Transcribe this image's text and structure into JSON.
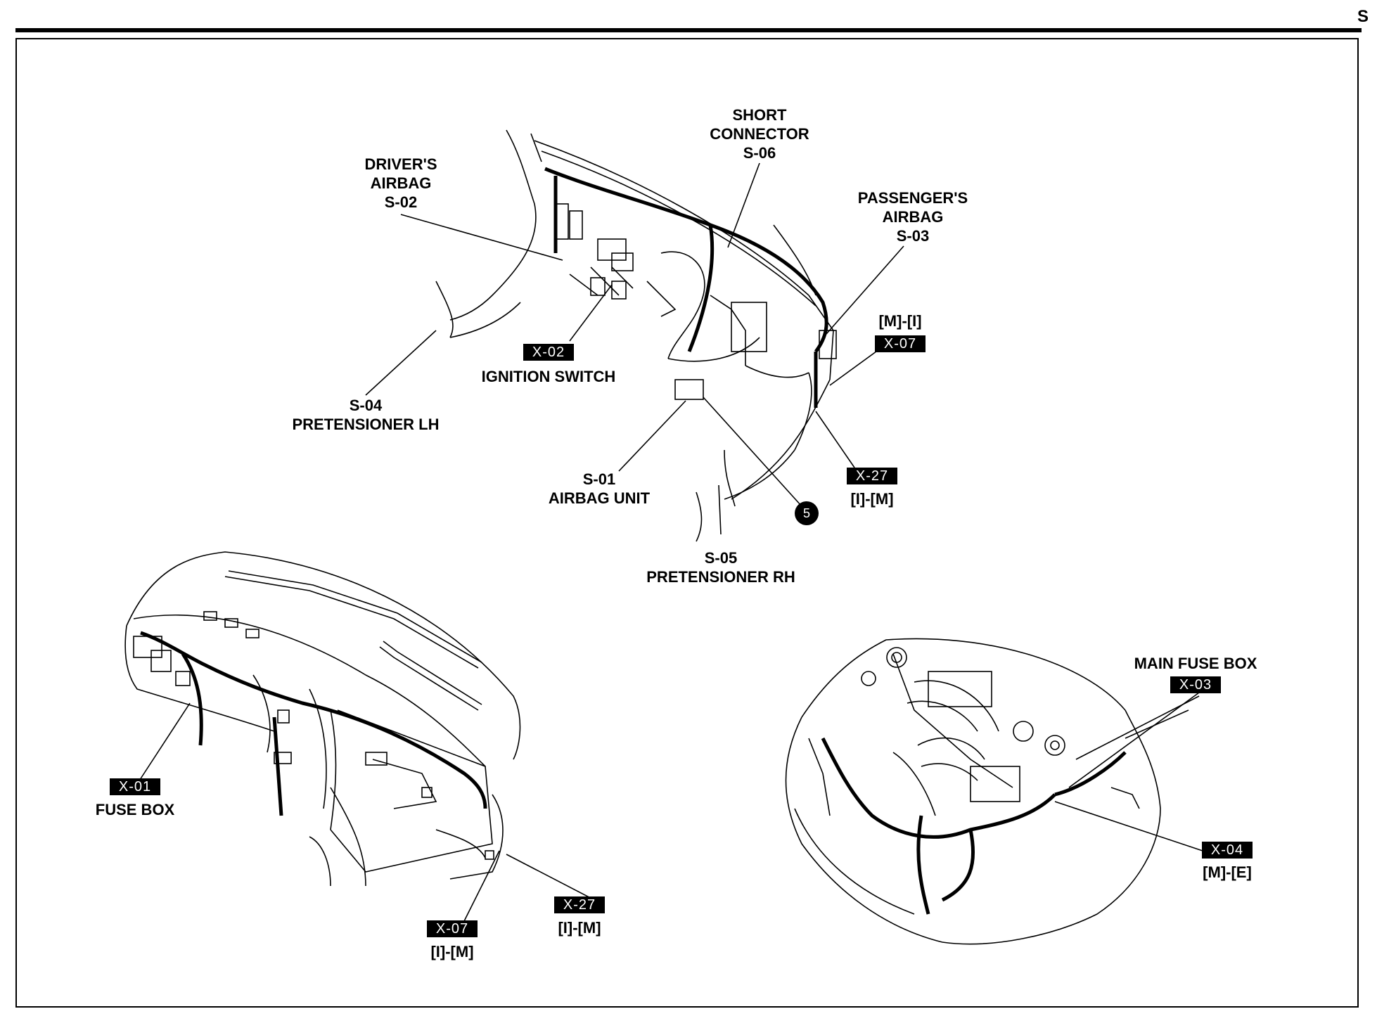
{
  "page_letter": "S",
  "top_diagram": {
    "short_connector": {
      "line1": "SHORT",
      "line2": "CONNECTOR",
      "code": "S-06"
    },
    "drivers_airbag": {
      "line1": "DRIVER'S",
      "line2": "AIRBAG",
      "code": "S-02"
    },
    "passengers_airbag": {
      "line1": "PASSENGER'S",
      "line2": "AIRBAG",
      "code": "S-03"
    },
    "x07_top": {
      "bracket": "[M]-[I]",
      "code": "X-07"
    },
    "ignition_switch": {
      "code": "X-02",
      "label": "IGNITION SWITCH"
    },
    "pretensioner_lh": {
      "code": "S-04",
      "label": "PRETENSIONER LH"
    },
    "airbag_unit": {
      "code": "S-01",
      "label": "AIRBAG UNIT"
    },
    "x27_top": {
      "code": "X-27",
      "bracket": "[I]-[M]"
    },
    "ground_badge": "5",
    "pretensioner_rh": {
      "code": "S-05",
      "label": "PRETENSIONER RH"
    }
  },
  "bottom_left_diagram": {
    "fuse_box": {
      "code": "X-01",
      "label": "FUSE BOX"
    },
    "x07": {
      "code": "X-07",
      "bracket": "[I]-[M]"
    },
    "x27": {
      "code": "X-27",
      "bracket": "[I]-[M]"
    }
  },
  "bottom_right_diagram": {
    "main_fuse_box": {
      "label": "MAIN FUSE BOX",
      "code": "X-03"
    },
    "x04": {
      "code": "X-04",
      "bracket": "[M]-[E]"
    }
  }
}
